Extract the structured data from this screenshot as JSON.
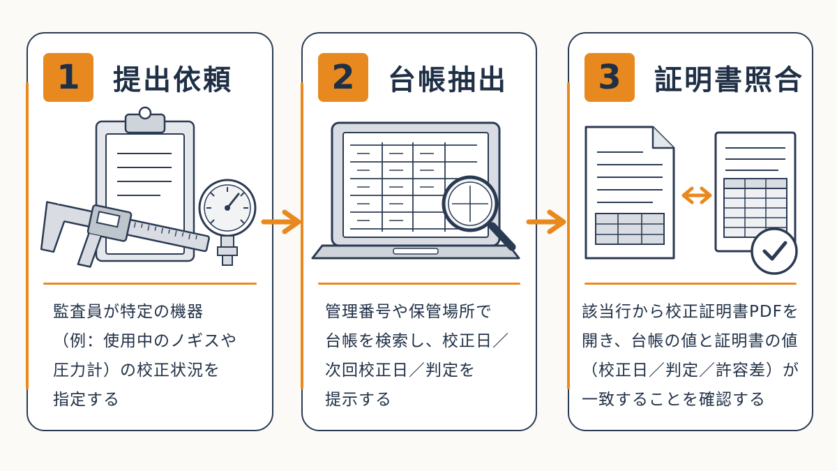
{
  "steps": [
    {
      "number": "1",
      "title": "提出依頼",
      "description": "監査員が特定の機器\n（例：使用中のノギスや\n圧力計）の校正状況を\n指定する"
    },
    {
      "number": "2",
      "title": "台帳抽出",
      "description": "管理番号や保管場所で\n台帳を検索し、校正日／\n次回校正日／判定を\n提示する"
    },
    {
      "number": "3",
      "title": "証明書照合",
      "description": "該当行から校正証明書PDFを\n開き、台帳の値と証明書の値\n（校正日／判定／許容差）が\n一致することを確認する"
    }
  ],
  "icons": {
    "step1": "clipboard-caliper-gauge-icon",
    "step2": "laptop-table-magnifier-icon",
    "step3": "documents-compare-check-icon",
    "flow": "arrow-right-icon"
  },
  "colors": {
    "accent": "#e8891f",
    "ink": "#1f2f45",
    "outline": "#2a3a52",
    "fill_gray": "#d9dde3"
  }
}
